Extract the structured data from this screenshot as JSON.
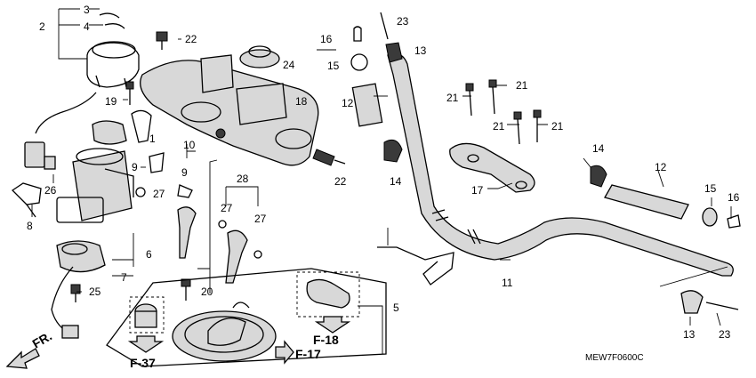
{
  "callouts": {
    "c1": "1",
    "c2": "2",
    "c3": "3",
    "c4": "4",
    "c5": "5",
    "c6": "6",
    "c7": "7",
    "c8": "8",
    "c9a": "9",
    "c9b": "9",
    "c10": "10",
    "c11": "11",
    "c12a": "12",
    "c12b": "12",
    "c13a": "13",
    "c13b": "13",
    "c14a": "14",
    "c14b": "14",
    "c15a": "15",
    "c15b": "15",
    "c16a": "16",
    "c16b": "16",
    "c17": "17",
    "c18": "18",
    "c19": "19",
    "c20": "20",
    "c21a": "21",
    "c21b": "21",
    "c21c": "21",
    "c21d": "21",
    "c22a": "22",
    "c22b": "22",
    "c23a": "23",
    "c23b": "23",
    "c24": "24",
    "c25": "25",
    "c26": "26",
    "c27a": "27",
    "c27b": "27",
    "c27c": "27",
    "c28": "28"
  },
  "refs": {
    "f37": "F-37",
    "f17": "F-17",
    "f18": "F-18"
  },
  "direction": {
    "front": "FR."
  },
  "figure_code": "MEW7F0600C"
}
